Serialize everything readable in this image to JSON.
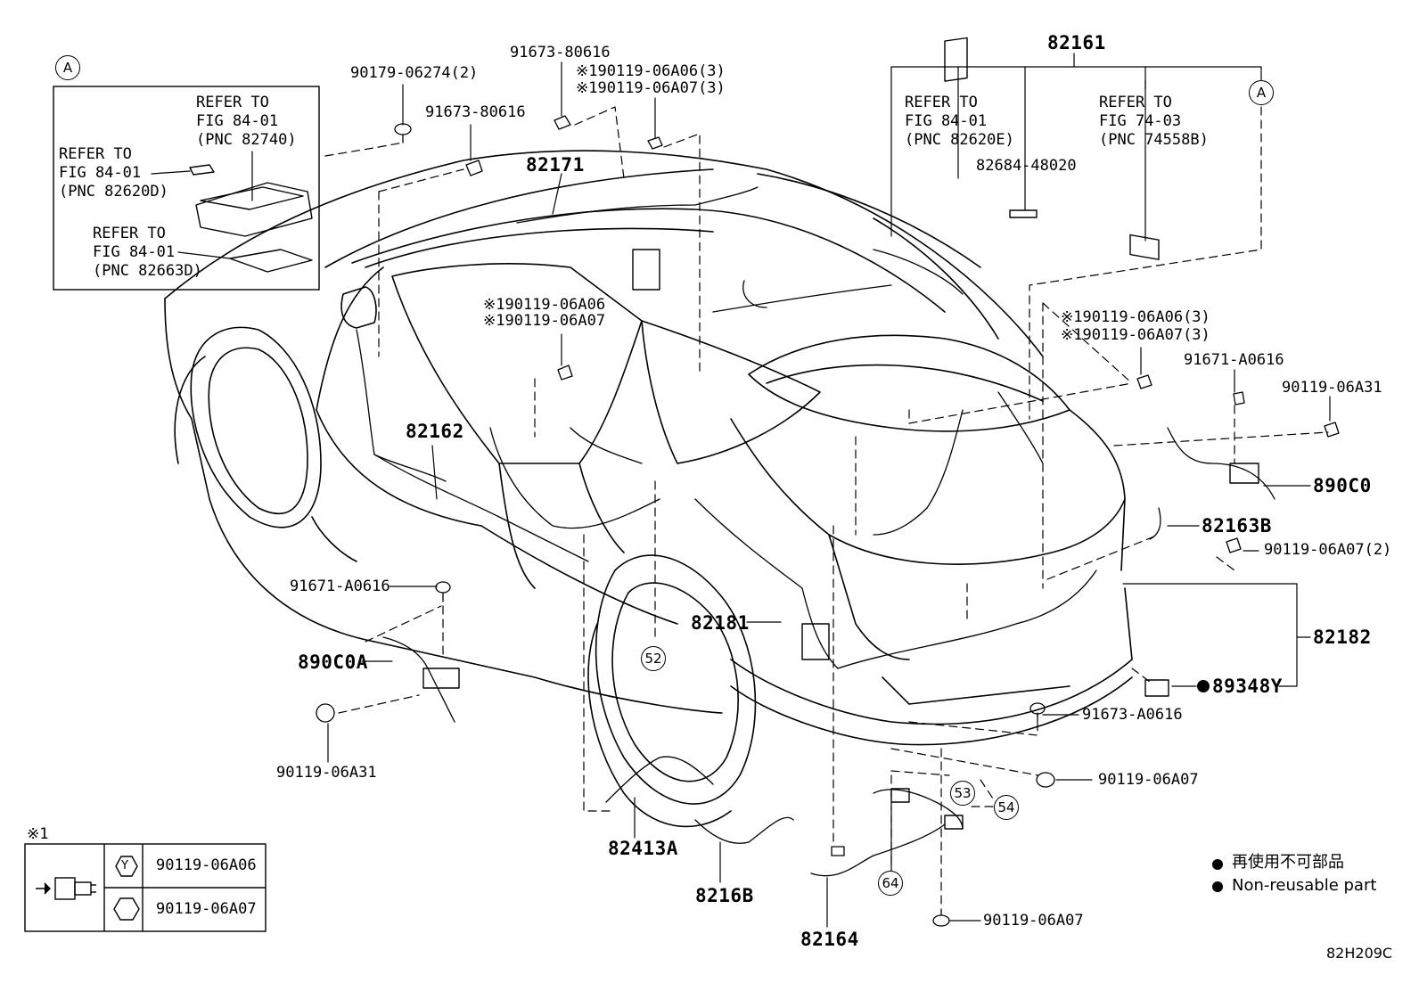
{
  "figure_code": "82H209C",
  "inset": {
    "marker": "A",
    "refs": [
      {
        "line1": "REFER TO",
        "line2": "FIG 84-01",
        "line3": "(PNC 82740)"
      },
      {
        "line1": "REFER TO",
        "line2": "FIG 84-01",
        "line3": "(PNC 82620D)"
      },
      {
        "line1": "REFER TO",
        "line2": "FIG 84-01",
        "line3": "(PNC 82663D)"
      }
    ]
  },
  "top_refs": [
    {
      "line1": "REFER TO",
      "line2": "FIG 84-01",
      "line3": "(PNC 82620E)"
    },
    {
      "line1": "REFER TO",
      "line2": "FIG 74-03",
      "line3": "(PNC 74558B)"
    }
  ],
  "marker_a2": "A",
  "parts": {
    "p82161": "82161",
    "p82171": "82171",
    "p82162": "82162",
    "p82181": "82181",
    "p82182": "82182",
    "p82163B": "82163B",
    "p890C0": "890C0",
    "p890C0A": "890C0A",
    "p82413A": "82413A",
    "p8216B": "8216B",
    "p82164": "82164",
    "p89348Y": "89348Y",
    "p82684": "82684-48020"
  },
  "fasteners": {
    "f90179": "90179-06274(2)",
    "f91673a": "91673-80616",
    "f91673b": "91673-80616",
    "f9011906_top1": "※190119-06A06(3)",
    "f9011907_top1": "※190119-06A07(3)",
    "f9011906_mid": "※190119-06A06",
    "f9011907_mid": "※190119-06A07",
    "f9011906_right": "※190119-06A06(3)",
    "f9011907_right": "※190119-06A07(3)",
    "f91671_right": "91671-A0616",
    "f90119a31_right": "90119-06A31",
    "f90119a07_2": "90119-06A07(2)",
    "f91671_left": "91671-A0616",
    "f90119a31_left": "90119-06A31",
    "f91673a0616": "91673-A0616",
    "f90119a07_mid": "90119-06A07",
    "f90119a07_bot": "90119-06A07"
  },
  "circled": {
    "c52": "52",
    "c53": "53",
    "c54": "54",
    "c64": "64"
  },
  "legend_table": {
    "title": "※1",
    "rows": [
      {
        "symbol": "Y",
        "part": "90119-06A06"
      },
      {
        "symbol": "",
        "part": "90119-06A07"
      }
    ]
  },
  "notes": {
    "jp": "再使用不可部品",
    "en": "Non-reusable part",
    "bullet_89348Y": "●"
  }
}
